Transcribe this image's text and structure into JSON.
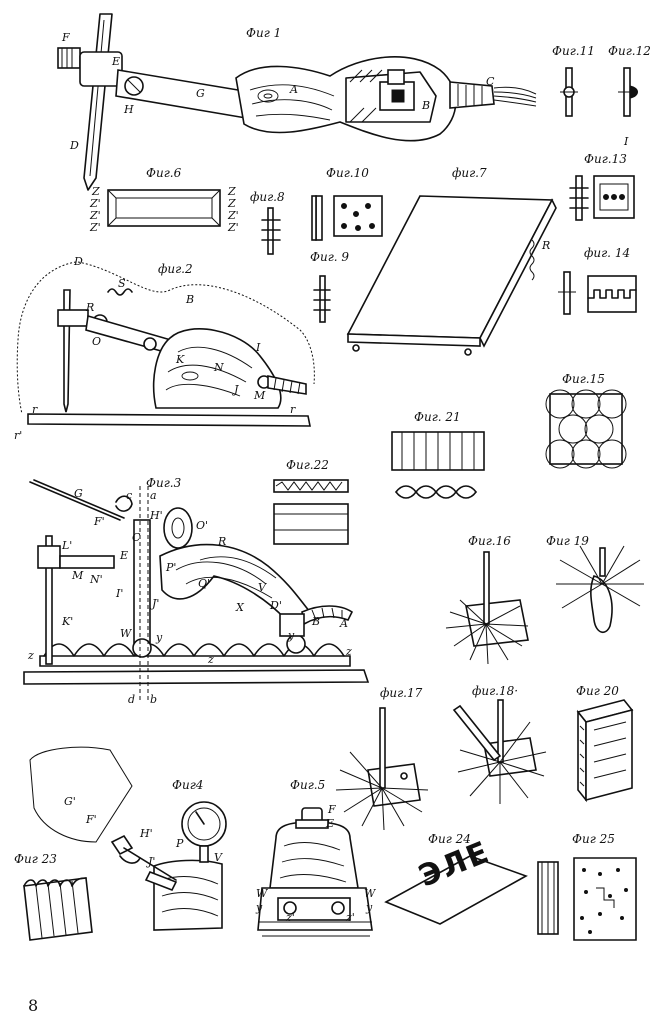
{
  "figure_captions": {
    "fig1": "Фиг 1",
    "fig2": "фиг.2",
    "fig3": "Фиг.3",
    "fig4": "Фиг4",
    "fig5": "Фиг.5",
    "fig6": "Фиг.6",
    "fig7": "фиг.7",
    "fig8": "фиг.8",
    "fig9": "Фиг. 9",
    "fig10": "Фиг.10",
    "fig11": "Фиг.11",
    "fig12": "Фиг.12",
    "fig13": "Фиг.13",
    "fig14": "фиг. 14",
    "fig15": "Фиг.15",
    "fig16": "Фиг.16",
    "fig17": "фиг.17",
    "fig18": "фиг.18·",
    "fig19": "Фиг 19",
    "fig20": "Фиг 20",
    "fig21": "Фиг. 21",
    "fig22": "Фиг.22",
    "fig23": "Фиг 23",
    "fig24": "Фиг 24",
    "fig25": "Фиг 25"
  },
  "fig1_labels": [
    "F",
    "E",
    "H",
    "G",
    "A",
    "B",
    "C",
    "D"
  ],
  "fig2_labels": [
    "D",
    "S",
    "B",
    "R",
    "O",
    "K",
    "N",
    "I",
    "J",
    "M",
    "r",
    "r'",
    "r"
  ],
  "fig3_labels": [
    "G",
    "c",
    "a",
    "F'",
    "H'",
    "O'",
    "C",
    "R",
    "L'",
    "E",
    "M",
    "N'",
    "P'",
    "Q'",
    "V",
    "I'",
    "J'",
    "X",
    "D'",
    "K'",
    "B",
    "A",
    "W",
    "y",
    "y",
    "z",
    "z",
    "z",
    "d",
    "b"
  ],
  "fig4_labels": [
    "G'",
    "F'",
    "H'",
    "P",
    "J'",
    "V"
  ],
  "fig5_labels": [
    "F",
    "E",
    "W",
    "W",
    "y",
    "y",
    "z'",
    "z'"
  ],
  "fig6_labels": [
    "Z",
    "Z'",
    "Z'",
    "Z'",
    "Z",
    "Z",
    "Z'",
    "Z'"
  ],
  "fig7_labels": [
    "R"
  ],
  "fig13_labels": [
    "I"
  ],
  "fig24_text": "ЭЛЕ",
  "page_number": "8"
}
